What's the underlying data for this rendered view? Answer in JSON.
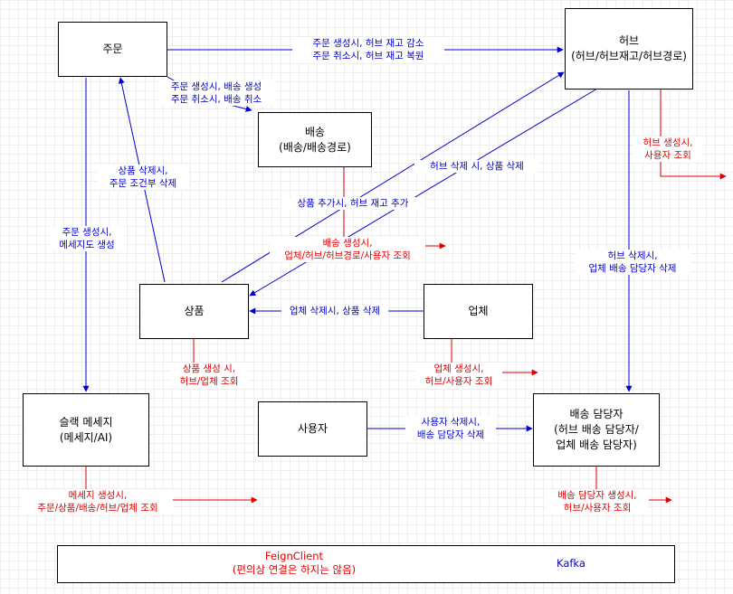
{
  "nodes": {
    "order": "주문",
    "hub": "허브\n(허브/허브재고/허브경로)",
    "delivery": "배송\n(배송/배송경로)",
    "product": "상품",
    "company": "업체",
    "slack": "슬랙 메세지\n(메세지/AI)",
    "user": "사용자",
    "manager": "배송 담당자\n(허브 배송 담당자/\n업체 배송 담당자)"
  },
  "edge_labels": {
    "order_hub": "주문 생성시, 허브 재고 감소\n주문 취소시, 허브 재고 복원",
    "order_delivery": "주문 생성시, 배송 생성\n주문 취소시, 배송 취소",
    "product_order": "상품 삭제시,\n주문 조건부 삭제",
    "order_slack": "주문 생성시,\n메세지도 생성",
    "hub_product": "허브 삭제 시, 상품 삭제",
    "product_hub": "상품 추가시, 허브 재고 추가",
    "delivery_query": "배송 생성시,\n업체/허브/허브경로/사용자 조회",
    "hub_query": "허브 생성시,\n사용자 조회",
    "hub_manager": "허브 삭제시,\n업체 배송 담당자 삭제",
    "company_product": "업체 삭제시, 상품 삭제",
    "product_query": "상품 생성 시,\n허브/업체 조회",
    "company_query": "업체 생성시,\n허브/사용자 조회",
    "user_manager": "사용자 삭제시,\n배송 담당자 삭제",
    "slack_query": "메세지 생성시,\n주문/상품/배송/허브/업체 조회",
    "manager_query": "배송 담당자 생성시,\n허브/사용자 조회"
  },
  "legend": {
    "feign": "FeignClient\n(편의상 연결은 하지는 않음)",
    "kafka": "Kafka"
  },
  "colors": {
    "kafka": "#0000cc",
    "feign": "#e00000"
  }
}
